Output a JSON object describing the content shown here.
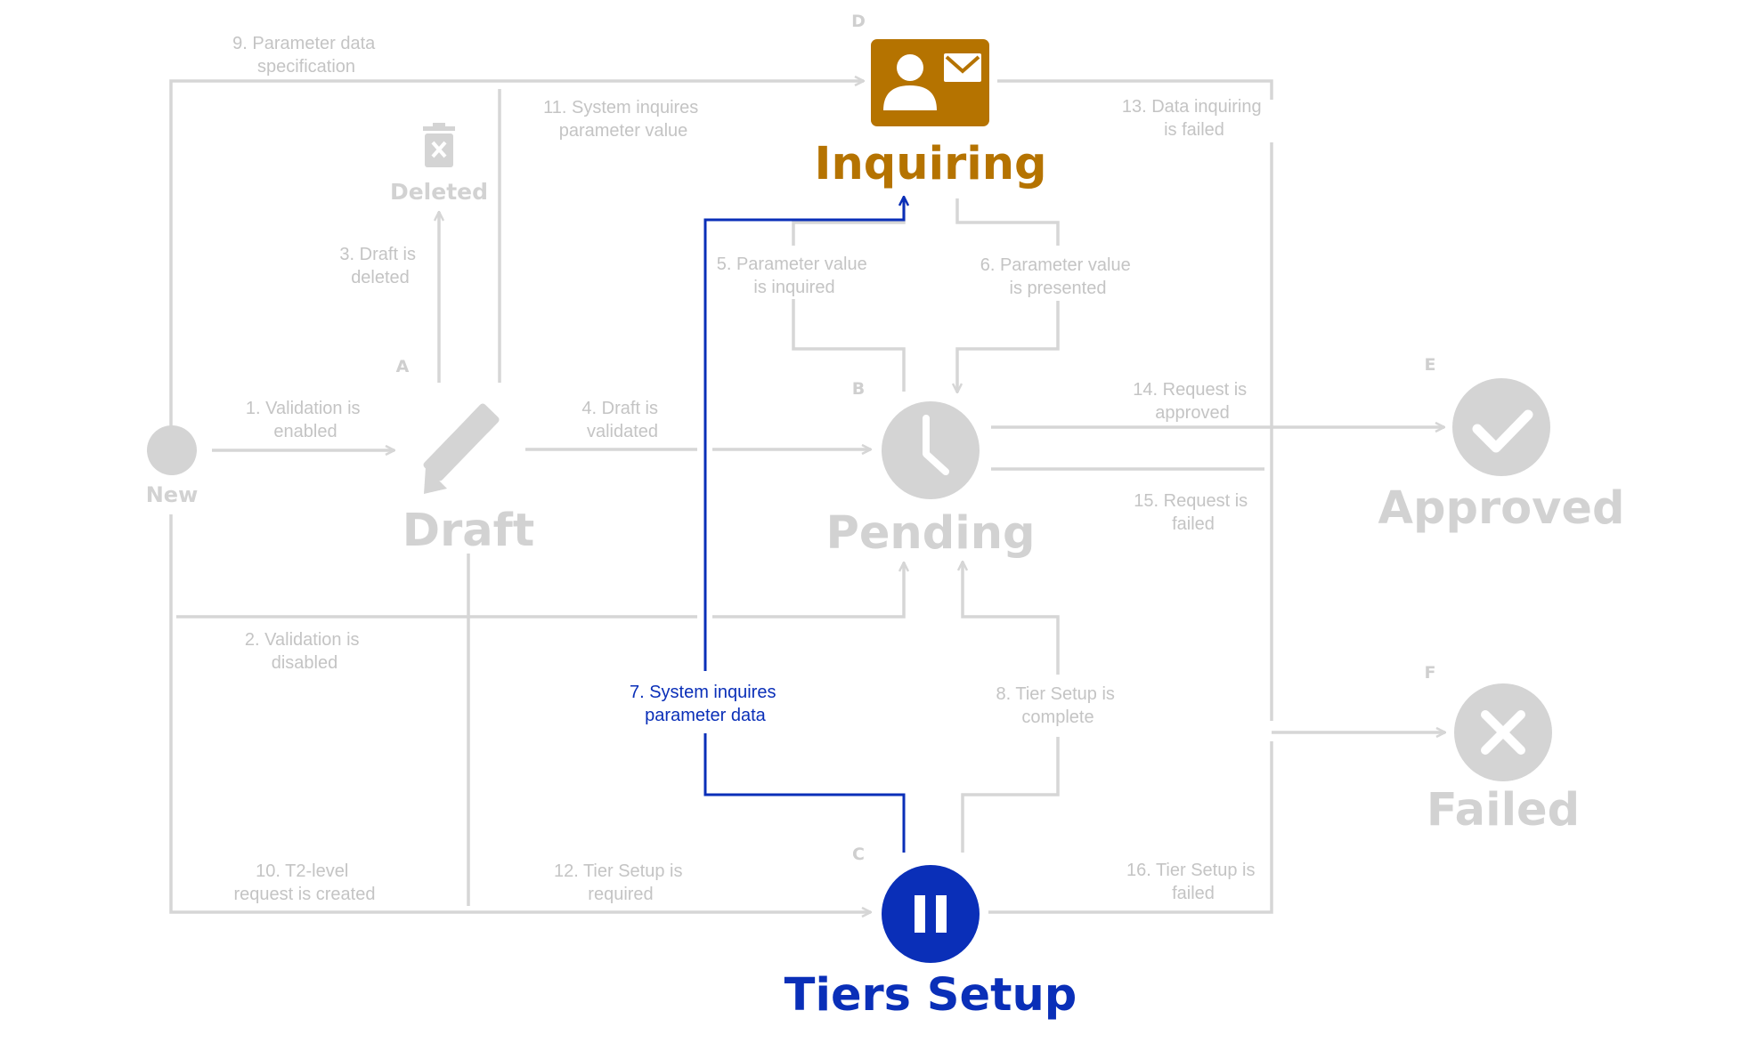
{
  "nodes": {
    "new": {
      "label": "New"
    },
    "draft": {
      "letter": "A",
      "label": "Draft"
    },
    "deleted": {
      "label": "Deleted"
    },
    "pending": {
      "letter": "B",
      "label": "Pending"
    },
    "inquiring": {
      "letter": "D",
      "label": "Inquiring"
    },
    "approved": {
      "letter": "E",
      "label": "Approved"
    },
    "failed": {
      "letter": "F",
      "label": "Failed"
    },
    "tiers_setup": {
      "letter": "C",
      "label": "Tiers Setup"
    }
  },
  "transitions": {
    "t1": [
      "1. Validation is",
      "enabled"
    ],
    "t2": [
      "2. Validation is",
      "disabled"
    ],
    "t3": [
      "3. Draft is",
      "deleted"
    ],
    "t4": [
      "4. Draft is",
      "validated"
    ],
    "t5": [
      "5. Parameter value",
      "is inquired"
    ],
    "t6": [
      "6. Parameter value",
      "is presented"
    ],
    "t7": [
      "7. System inquires",
      "parameter data"
    ],
    "t8": [
      "8. Tier Setup is",
      "complete"
    ],
    "t9": [
      "9. Parameter data",
      "specification"
    ],
    "t10": [
      "10. T2-level",
      "request is created"
    ],
    "t11": [
      "11. System inquires",
      "parameter value"
    ],
    "t12": [
      "12. Tier Setup is",
      "required"
    ],
    "t13": [
      "13. Data inquiring",
      "is failed"
    ],
    "t14": [
      "14. Request is",
      "approved"
    ],
    "t15": [
      "15. Request is",
      "failed"
    ],
    "t16": [
      "16. Tier Setup is",
      "failed"
    ]
  },
  "icons": {
    "draft": "pencil-icon",
    "deleted": "trash-icon",
    "pending": "clock-icon",
    "inquiring": "contact-card-icon",
    "approved": "checkmark-icon",
    "failed": "x-icon",
    "tiers_setup": "pause-icon"
  },
  "colors": {
    "inactive": "#d4d4d4",
    "inquiring": "#b57300",
    "tiers_setup": "#0a2fb8"
  }
}
